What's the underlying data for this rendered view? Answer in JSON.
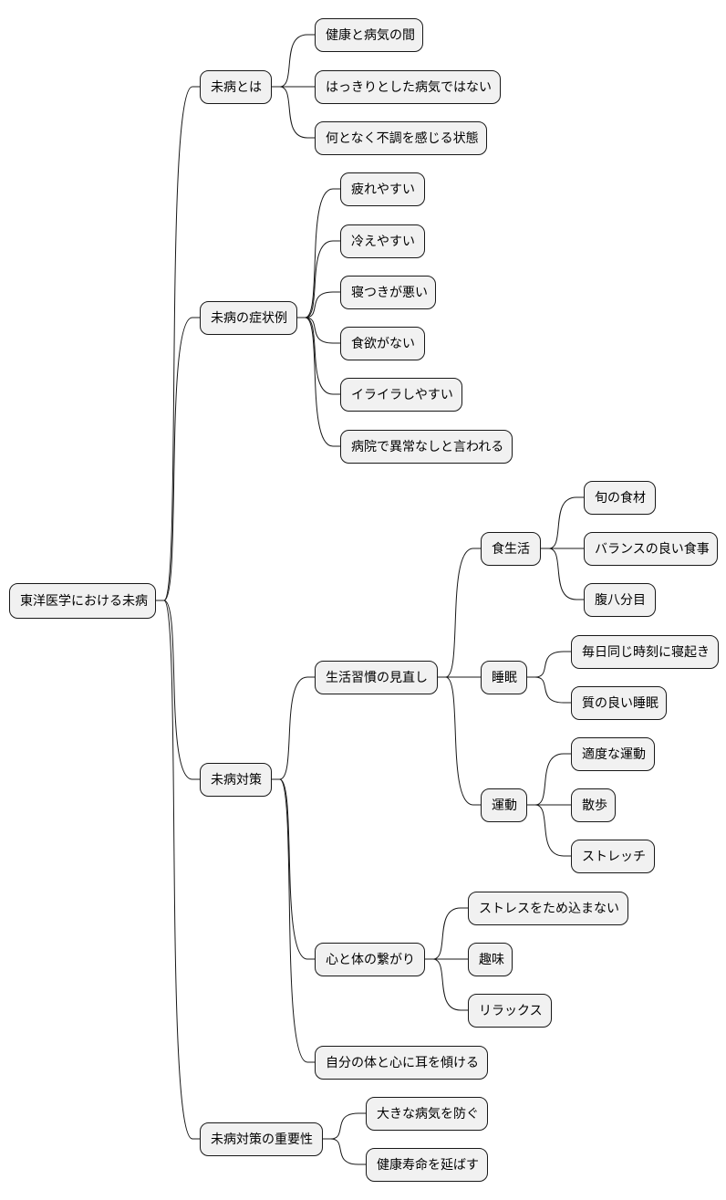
{
  "mindmap": {
    "root": "東洋医学における未病",
    "branches": [
      {
        "label": "未病とは",
        "children": [
          {
            "label": "健康と病気の間"
          },
          {
            "label": "はっきりとした病気ではない"
          },
          {
            "label": "何となく不調を感じる状態"
          }
        ]
      },
      {
        "label": "未病の症状例",
        "children": [
          {
            "label": "疲れやすい"
          },
          {
            "label": "冷えやすい"
          },
          {
            "label": "寝つきが悪い"
          },
          {
            "label": "食欲がない"
          },
          {
            "label": "イライラしやすい"
          },
          {
            "label": "病院で異常なしと言われる"
          }
        ]
      },
      {
        "label": "未病対策",
        "children": [
          {
            "label": "生活習慣の見直し",
            "children": [
              {
                "label": "食生活",
                "children": [
                  {
                    "label": "旬の食材"
                  },
                  {
                    "label": "バランスの良い食事"
                  },
                  {
                    "label": "腹八分目"
                  }
                ]
              },
              {
                "label": "睡眠",
                "children": [
                  {
                    "label": "毎日同じ時刻に寝起き"
                  },
                  {
                    "label": "質の良い睡眠"
                  }
                ]
              },
              {
                "label": "運動",
                "children": [
                  {
                    "label": "適度な運動"
                  },
                  {
                    "label": "散歩"
                  },
                  {
                    "label": "ストレッチ"
                  }
                ]
              }
            ]
          },
          {
            "label": "心と体の繋がり",
            "children": [
              {
                "label": "ストレスをため込まない"
              },
              {
                "label": "趣味"
              },
              {
                "label": "リラックス"
              }
            ]
          },
          {
            "label": "自分の体と心に耳を傾ける"
          }
        ]
      },
      {
        "label": "未病対策の重要性",
        "children": [
          {
            "label": "大きな病気を防ぐ"
          },
          {
            "label": "健康寿命を延ばす"
          }
        ]
      }
    ]
  }
}
